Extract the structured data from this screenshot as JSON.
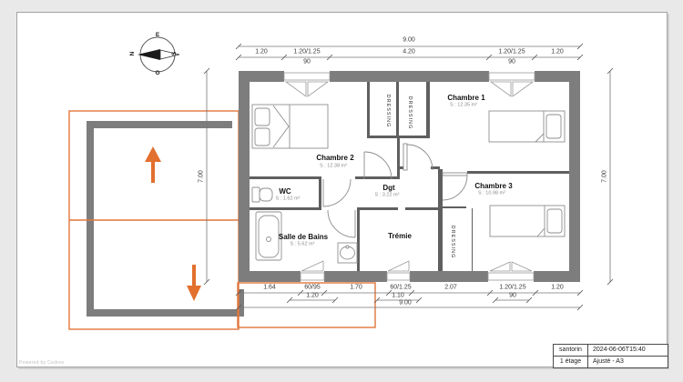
{
  "canvas": {
    "watermark": "Powered by Cedreo"
  },
  "title_block": {
    "project": "santorin",
    "timestamp": "2024-06-06T15:40",
    "floor": "1 étage",
    "format": "Ajusté - A3"
  },
  "compass": {
    "north": "N",
    "east": "E",
    "south": "S",
    "west": "O"
  },
  "rooms": {
    "chambre1": {
      "name": "Chambre 1",
      "area": "S : 12.35 m²"
    },
    "chambre2": {
      "name": "Chambre 2",
      "area": "S : 12.38 m²"
    },
    "chambre3": {
      "name": "Chambre 3",
      "area": "S : 10.98 m²"
    },
    "wc": {
      "name": "WC",
      "area": "S : 1.62 m²"
    },
    "salle_de_bains": {
      "name": "Salle de Bains",
      "area": "S : 5.62 m²"
    },
    "degagement": {
      "name": "Dgt",
      "area": "S : 3.22 m²"
    },
    "tremie": {
      "name": "Trémie"
    },
    "dressing1": {
      "name": "DRESSING"
    },
    "dressing2": {
      "name": "DRESSING"
    },
    "dressing3": {
      "name": "DRESSING"
    }
  },
  "dimensions": {
    "top_total": "9.00",
    "top_row": [
      "1.20",
      "1.20/1.25",
      "4.20",
      "1.20/1.25",
      "1.20"
    ],
    "top_sub": [
      "90",
      "90"
    ],
    "left_height": "7.00",
    "right_height": "7.00",
    "bottom_row": [
      "1.64",
      "60/95",
      "1.70",
      "60/1.25",
      "2.07",
      "1.20/1.25",
      "1.20"
    ],
    "bottom_sub": [
      "1.20",
      "1.10",
      "90"
    ],
    "bottom_total": "9.00"
  },
  "colors": {
    "selection_orange": "#e0763c",
    "arrow_orange": "#e2702e",
    "wall_gray": "#7d7d7d",
    "partition_gray": "#5f5f5f"
  }
}
